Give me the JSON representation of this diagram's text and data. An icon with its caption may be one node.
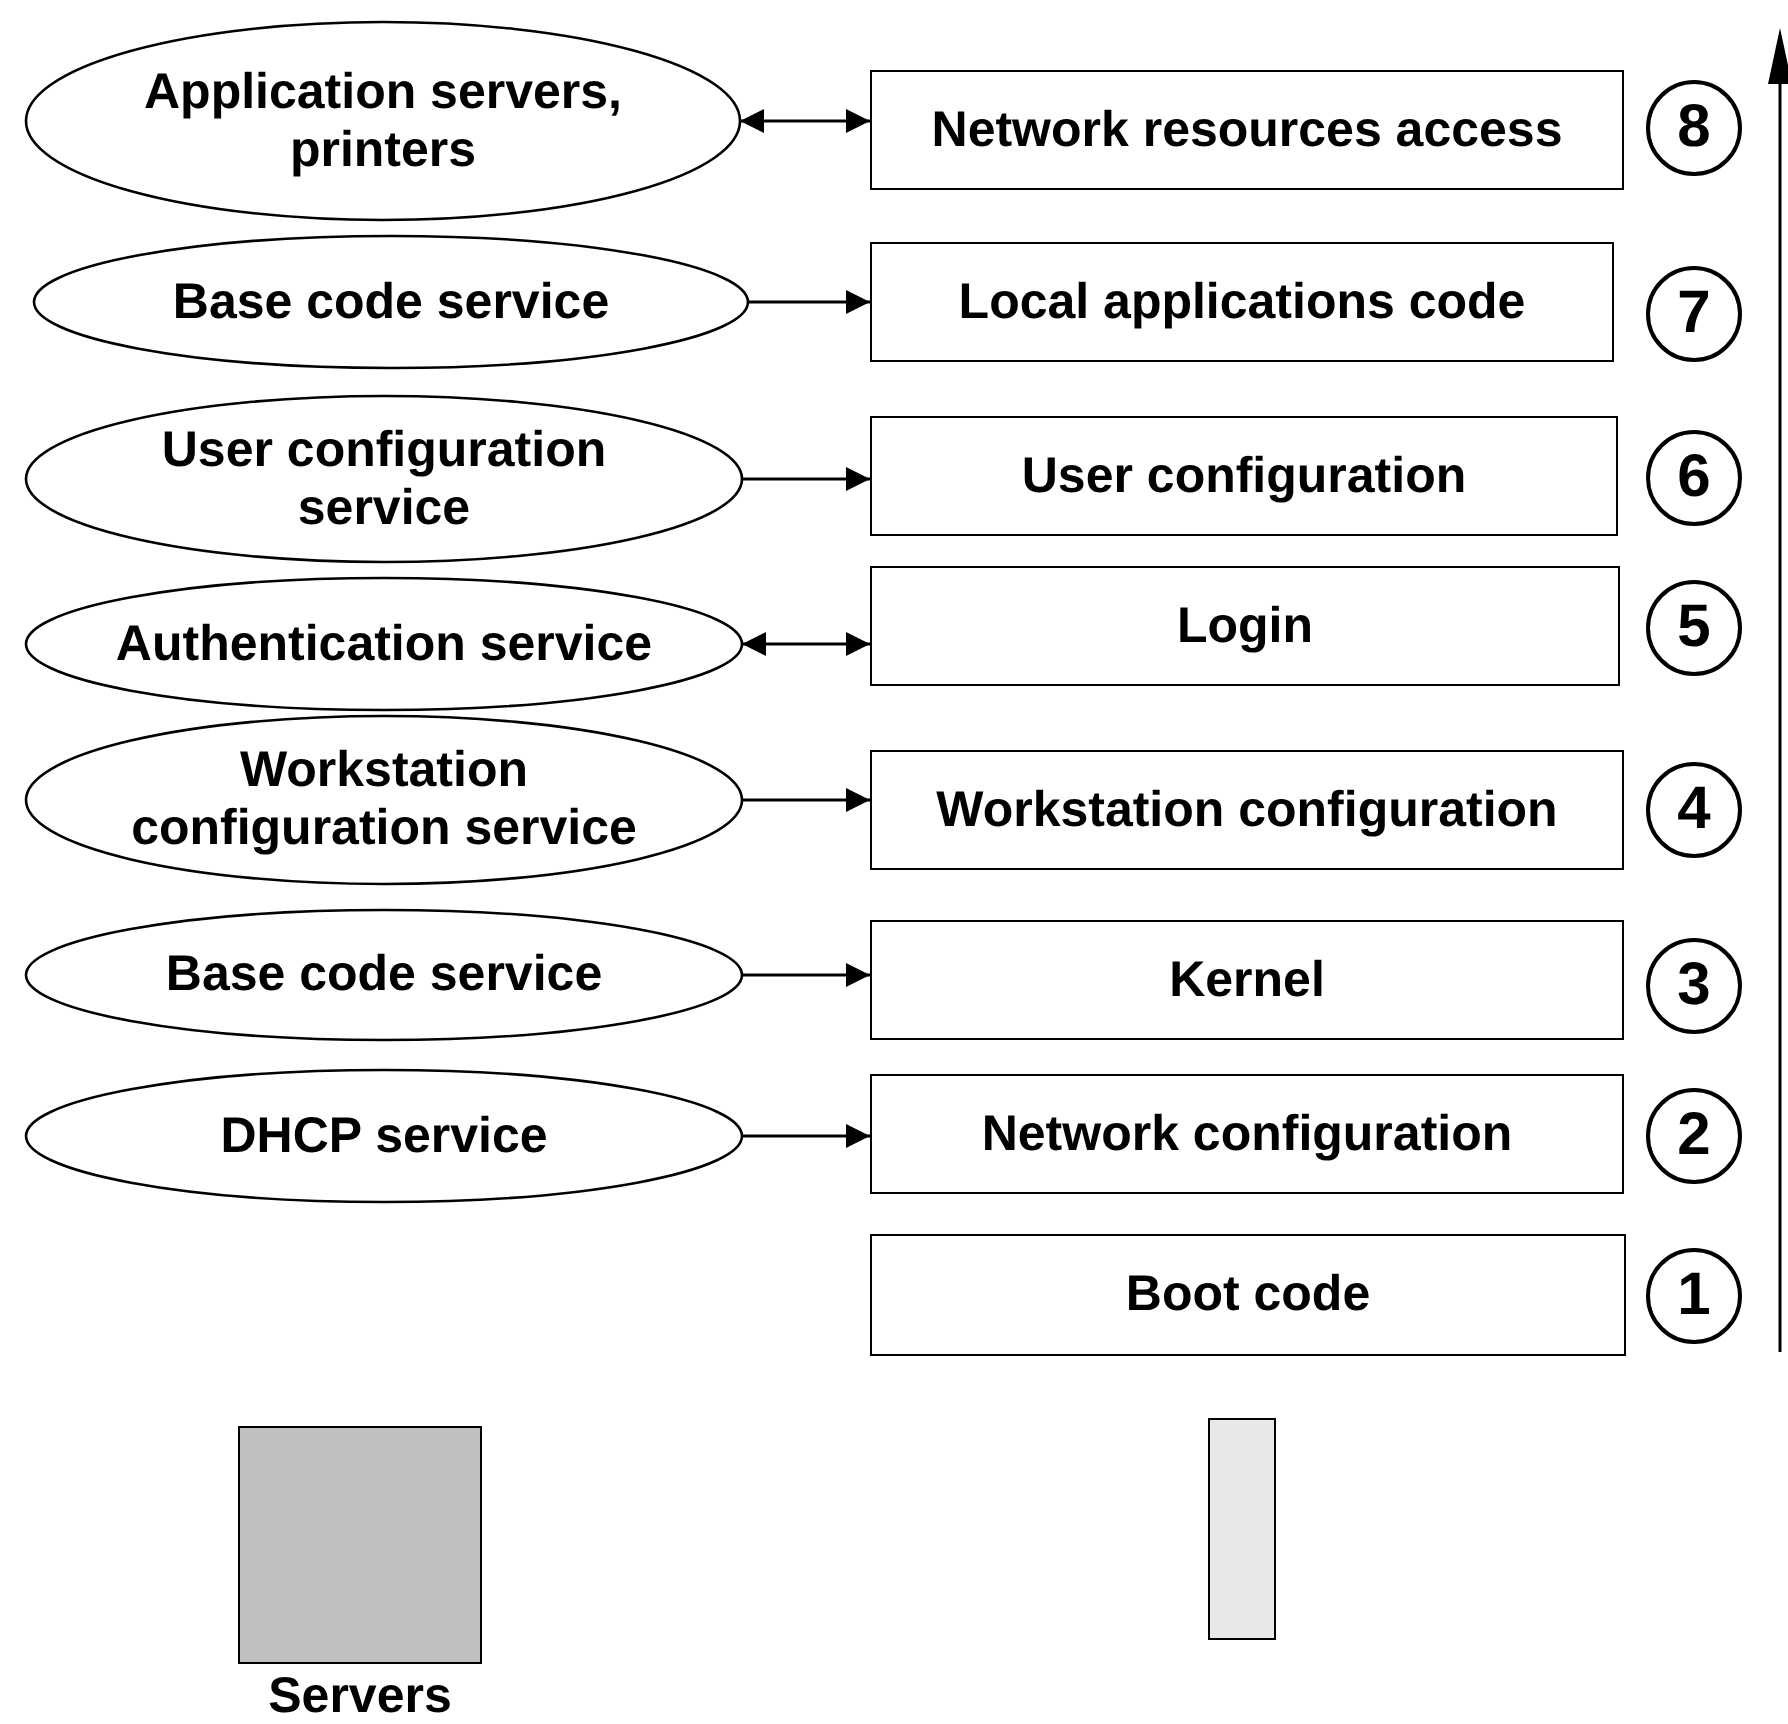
{
  "diagram": {
    "nodes": [
      {
        "text": [
          "Application servers, printers"
        ]
      },
      {
        "text": [
          "Network resources access"
        ]
      },
      {
        "text": [
          "Base code service"
        ]
      },
      {
        "text": [
          "Local applications code"
        ]
      },
      {
        "text": [
          "User configuration service"
        ]
      },
      {
        "text": [
          "User configuration"
        ]
      },
      {
        "text": [
          "Authentication service"
        ]
      },
      {
        "text": [
          "Login"
        ]
      },
      {
        "text": [
          "Workstation configuration service"
        ]
      },
      {
        "text": [
          "Workstation configuration"
        ]
      },
      {
        "text": [
          "Base code service"
        ]
      },
      {
        "text": [
          "Kernel"
        ]
      },
      {
        "text": [
          "DHCP service"
        ]
      },
      {
        "text": [
          "Network configuration"
        ]
      },
      {
        "text": [
          "Boot code"
        ]
      },
      {
        "text": [],
        "shape": "box",
        "beside": [
          "Servers"
        ]
      },
      {
        "text": [],
        "shape": "box"
      }
    ],
    "edges": [
      {
        "from": 0,
        "to": 1,
        "arrow": "both"
      },
      {
        "from": 2,
        "to": 3,
        "arrow": "to"
      },
      {
        "from": 4,
        "to": 5,
        "arrow": "to"
      },
      {
        "from": 6,
        "to": 7,
        "arrow": "both"
      },
      {
        "from": 8,
        "to": 9,
        "arrow": "to"
      },
      {
        "from": 10,
        "to": 11,
        "arrow": "to"
      },
      {
        "from": 12,
        "to": 13,
        "arrow": "to"
      }
    ],
    "labels": [
      "8",
      "7",
      "6",
      "5",
      "4",
      "3",
      "2",
      "1"
    ]
  }
}
